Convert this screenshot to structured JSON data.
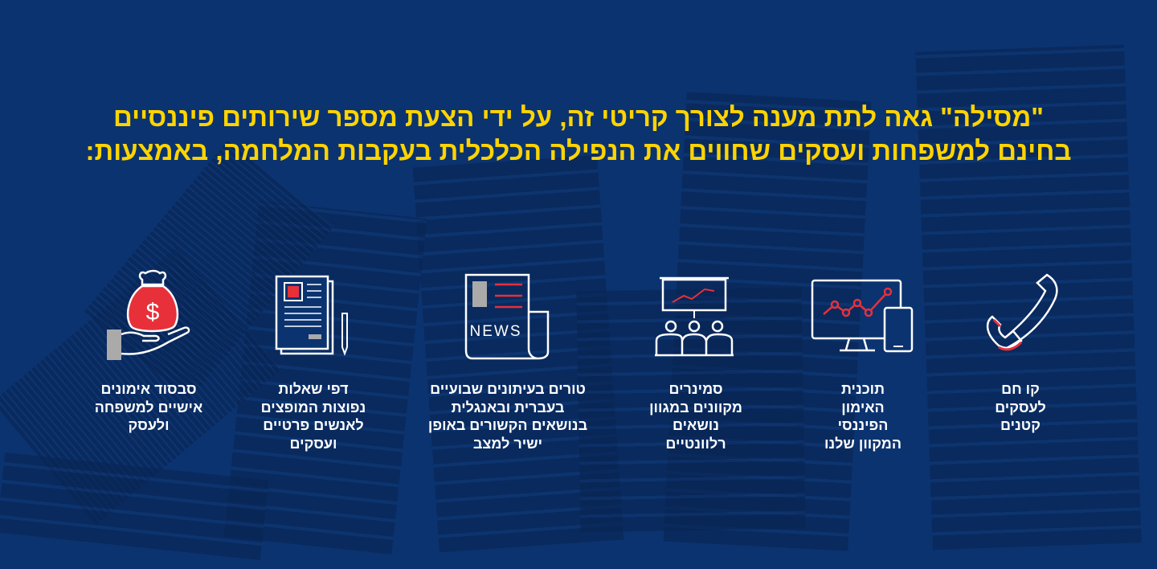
{
  "headline": {
    "line1": "\"מסילה\" גאה לתת מענה לצורך קריטי זה, על ידי הצעת מספר שירותים פיננסיים",
    "line2": "בחינם למשפחות ועסקים שחווים את הנפילה הכלכלית בעקבות המלחמה, באמצעות:"
  },
  "services": [
    {
      "icon": "phone-icon",
      "lines": [
        "קו חם",
        "לעסקים",
        "קטנים"
      ]
    },
    {
      "icon": "online-devices-chart-icon",
      "lines": [
        "תוכנית",
        "האימון",
        "הפיננסי",
        "המקוון שלנו"
      ]
    },
    {
      "icon": "seminar-presentation-icon",
      "lines": [
        "סמינרים",
        "מקוונים במגוון",
        "נושאים",
        "רלוונטיים"
      ]
    },
    {
      "icon": "newspaper-icon",
      "lines": [
        "טורים בעיתונים שבועיים",
        "בעברית ובאנגלית",
        "בנושאים הקשורים באופן",
        "ישיר למצב"
      ]
    },
    {
      "icon": "document-pen-icon",
      "lines": [
        "דפי שאלות",
        "נפוצות המופצים",
        "לאנשים פרטיים",
        "ועסקים"
      ]
    },
    {
      "icon": "money-bag-hand-icon",
      "lines": [
        "סבסוד אימונים",
        "אישיים למשפחה",
        "ולעסק"
      ]
    }
  ],
  "newspaper_text": "NEWS",
  "money_symbol": "$",
  "colors": {
    "background": "#0b3370",
    "headline": "#ffd400",
    "accent": "#e8303a",
    "icon_stroke": "#ffffff"
  }
}
